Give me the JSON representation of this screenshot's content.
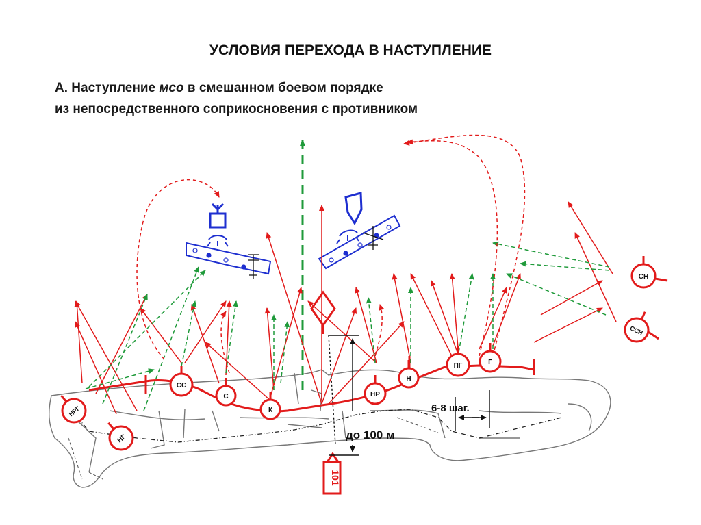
{
  "title": "УСЛОВИЯ ПЕРЕХОДА В НАСТУПЛЕНИЕ",
  "subtitle": {
    "line1_prefix": "А. Наступление ",
    "line1_italic": "мсо",
    "line1_suffix": " в смешанном боевом порядке",
    "line2": "из непосредственного соприкосновения с противником"
  },
  "colors": {
    "own": "#e21b1b",
    "enemy": "#1e2fd0",
    "support": "#1f9a3a",
    "terrain": "#777777"
  },
  "positions": [
    {
      "label": "НРГ"
    },
    {
      "label": "НГ"
    },
    {
      "label": "СС"
    },
    {
      "label": "С"
    },
    {
      "label": "К"
    },
    {
      "label": "НР"
    },
    {
      "label": "Н"
    },
    {
      "label": "ПГ"
    },
    {
      "label": "Г"
    },
    {
      "label": "СН"
    },
    {
      "label": "ССН"
    }
  ],
  "vehicle_label": "101",
  "distance_label": "до 100 м",
  "spacing_label": "6-8 шаг."
}
